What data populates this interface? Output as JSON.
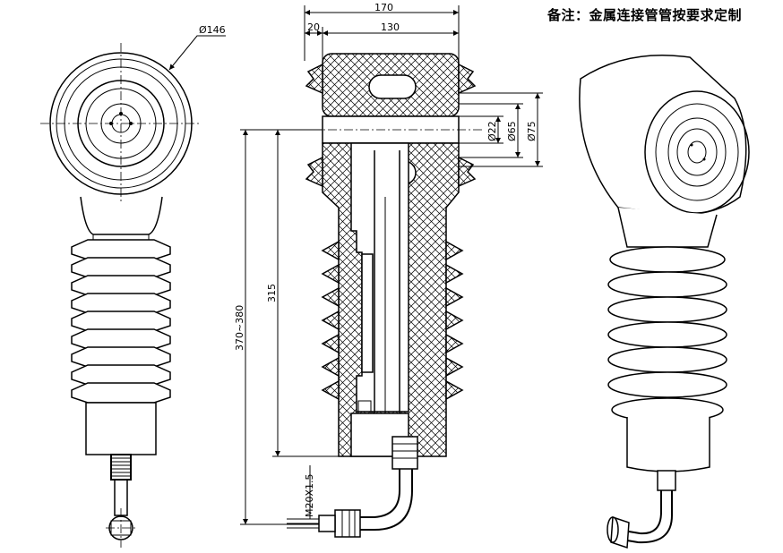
{
  "note": {
    "text": "备注：金属连接管管按要求定制"
  },
  "dimensions": {
    "dia_146": "Ø146",
    "width_170": "170",
    "width_20": "20",
    "width_130": "130",
    "dia_22": "Ø22",
    "dia_65": "Ø65",
    "dia_75": "Ø75",
    "height_315": "315",
    "height_370_380": "370~380",
    "thread_m20": "M20X1.5"
  }
}
